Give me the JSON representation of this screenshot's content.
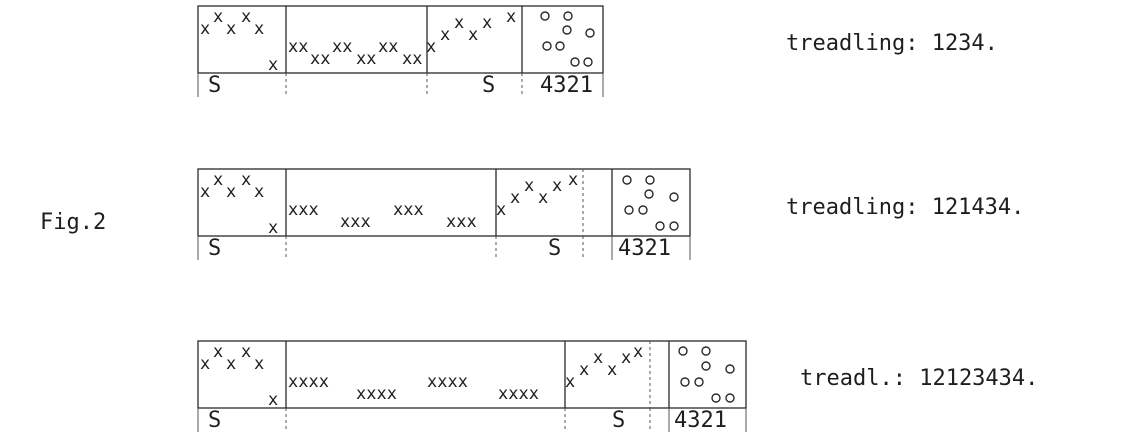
{
  "figure_label": "Fig.2",
  "diagrams": [
    {
      "treadling": "treadling: 1234.",
      "bottom_labels": [
        "S",
        "S",
        "4321"
      ],
      "cols": [
        4,
        7,
        4,
        5
      ],
      "tieup_rows": [
        "o o",
        "o o",
        "oo",
        "oo"
      ]
    },
    {
      "treadling": "treadling: 121434.",
      "bottom_labels": [
        "S",
        "S",
        "4321"
      ],
      "cols": [
        4,
        10,
        4,
        5
      ],
      "tieup_rows": [
        "o o",
        "o o",
        "oo",
        "oo"
      ]
    },
    {
      "treadling": "treadl.: 12123434.",
      "bottom_labels": [
        "S",
        "S",
        "4321"
      ],
      "cols": [
        4,
        13,
        4,
        5
      ],
      "tieup_rows": [
        "o o",
        "o o",
        "oo",
        "oo"
      ]
    }
  ],
  "legend_colors": {
    "ink": "#1e1e1e",
    "paper": "#ffffff"
  }
}
